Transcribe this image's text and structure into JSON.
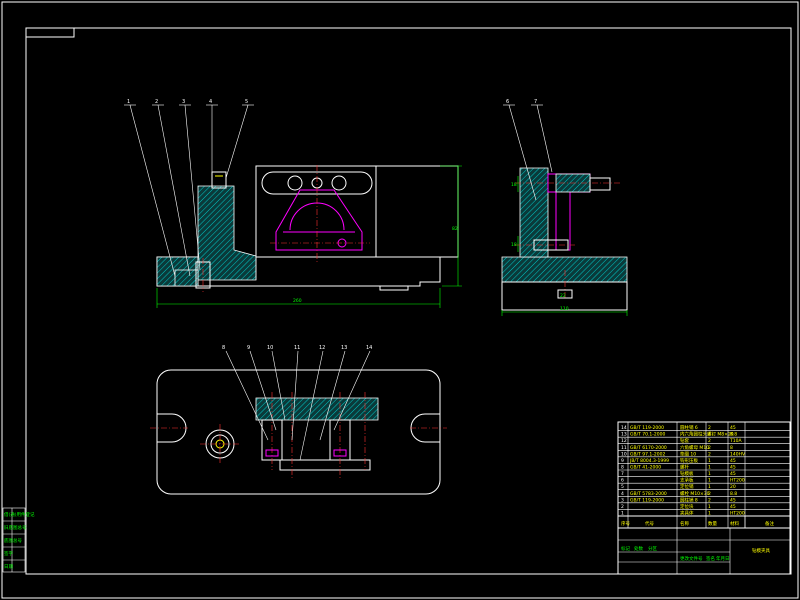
{
  "part_numbers": [
    "1",
    "2",
    "3",
    "4",
    "5",
    "6",
    "7",
    "8",
    "9",
    "10",
    "11",
    "12",
    "13",
    "14"
  ],
  "dimensions": {
    "front_width": "260",
    "front_height": "82",
    "side_width": "110",
    "side_base_height": "22",
    "side_pin_a": "18",
    "side_pin_b": "18"
  },
  "title_block": {
    "drawing_name": "钻模夹具",
    "header_labels": [
      "序号",
      "代号",
      "名称",
      "数量",
      "材料",
      "备注"
    ],
    "sign_labels": [
      "标记",
      "处数",
      "分区",
      "更改文件号",
      "签名",
      "年月日"
    ],
    "rows": [
      {
        "no": "14",
        "code": "GB/T 119-2000",
        "name": "圆柱销 6",
        "qty": "2",
        "mat": "45"
      },
      {
        "no": "13",
        "code": "GB/T 70.1-2000",
        "name": "内六角圆柱头螺钉 M8×20",
        "qty": "4",
        "mat": "8.8"
      },
      {
        "no": "12",
        "code": "",
        "name": "钻套",
        "qty": "2",
        "mat": "T10A"
      },
      {
        "no": "11",
        "code": "GB/T 6170-2000",
        "name": "六角螺母 M10",
        "qty": "2",
        "mat": "8"
      },
      {
        "no": "10",
        "code": "GB/T 97.1-2002",
        "name": "垫圈 10",
        "qty": "2",
        "mat": "140HV"
      },
      {
        "no": "9",
        "code": "JB/T 8004.3-1999",
        "name": "钩形压板",
        "qty": "1",
        "mat": "45"
      },
      {
        "no": "8",
        "code": "GB/T 41-2000",
        "name": "螺杆",
        "qty": "1",
        "mat": "45"
      },
      {
        "no": "7",
        "code": "",
        "name": "钻模板",
        "qty": "1",
        "mat": "45"
      },
      {
        "no": "6",
        "code": "",
        "name": "支承板",
        "qty": "1",
        "mat": "HT200"
      },
      {
        "no": "5",
        "code": "",
        "name": "定位销",
        "qty": "1",
        "mat": "20"
      },
      {
        "no": "4",
        "code": "GB/T 5783-2000",
        "name": "螺栓 M10×30",
        "qty": "2",
        "mat": "8.8"
      },
      {
        "no": "3",
        "code": "GB/T 119-2000",
        "name": "圆柱销 8",
        "qty": "2",
        "mat": "45"
      },
      {
        "no": "2",
        "code": "",
        "name": "定位块",
        "qty": "1",
        "mat": "45"
      },
      {
        "no": "1",
        "code": "",
        "name": "夹具体",
        "qty": "1",
        "mat": "HT200"
      }
    ]
  },
  "left_strip": [
    "借(通)用件登记",
    "旧底图总号",
    "底图总号",
    "签字",
    "日期"
  ],
  "colors": {
    "background": "#000000",
    "line": "#ffffff",
    "dimension": "#00ff00",
    "center": "#ff3030",
    "hidden": "#ff00ff",
    "annotation": "#ffff00",
    "hatch": "#00aaaa"
  }
}
